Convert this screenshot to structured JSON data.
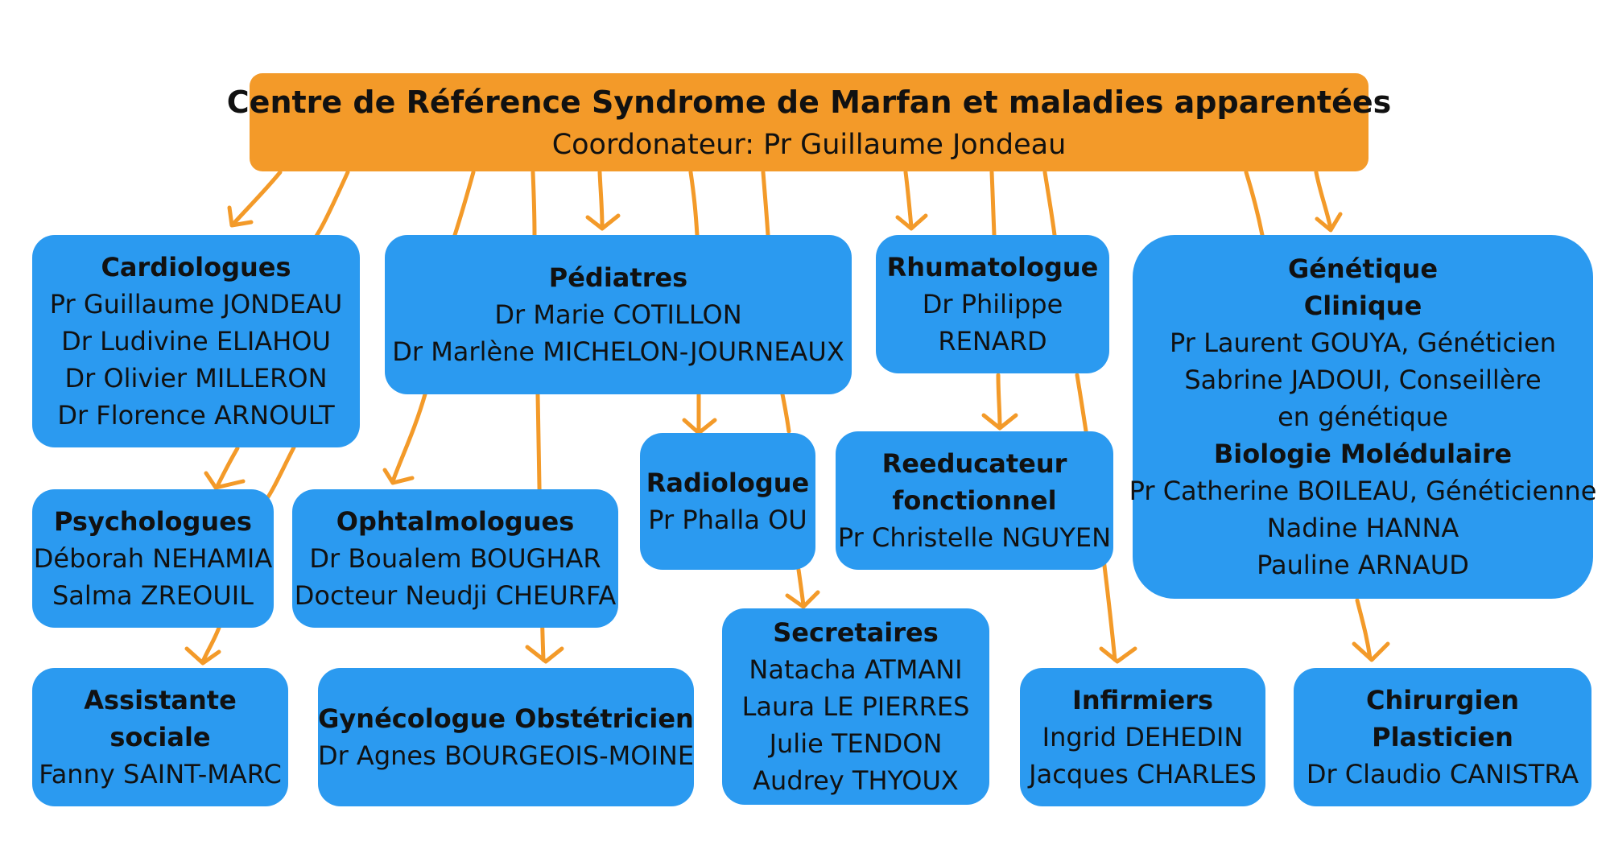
{
  "header": {
    "title": "Centre de Référence Syndrome de Marfan et maladies apparentées",
    "subtitle": "Coordonateur: Pr Guillaume Jondeau"
  },
  "colors": {
    "header_fill": "#f39a29",
    "box_fill": "#2b9af0",
    "arrow": "#f39a29"
  },
  "boxes": {
    "cardiologues": {
      "title": "Cardiologues",
      "lines": [
        "Pr Guillaume JONDEAU",
        "Dr Ludivine ELIAHOU",
        "Dr Olivier MILLERON",
        "Dr Florence ARNOULT"
      ]
    },
    "pediatres": {
      "title": "Pédiatres",
      "lines": [
        "Dr Marie COTILLON",
        "Dr Marlène MICHELON-JOURNEAUX"
      ]
    },
    "rhumatologue": {
      "title": "Rhumatologue",
      "lines": [
        "Dr Philippe",
        "RENARD"
      ]
    },
    "genetique": {
      "title1": "Génétique",
      "title2": "Clinique",
      "line1": "Pr Laurent GOUYA, Généticien",
      "line2": "Sabrine JADOUI, Conseillère en génétique",
      "title3": "Biologie Molédulaire",
      "line3": "Pr Catherine BOILEAU, Généticienne",
      "line4": "Nadine HANNA",
      "line5": "Pauline ARNAUD"
    },
    "psychologues": {
      "title": "Psychologues",
      "lines": [
        "Déborah NEHAMIA",
        "Salma ZREOUIL"
      ]
    },
    "ophtalmologues": {
      "title": "Ophtalmologues",
      "lines": [
        "Dr Boualem BOUGHAR",
        "Docteur Neudji CHEURFA"
      ]
    },
    "radiologue": {
      "title": "Radiologue",
      "lines": [
        "Pr Phalla OU"
      ]
    },
    "reeducateur": {
      "title1": "Reeducateur",
      "title2": "fonctionnel",
      "lines": [
        "Pr Christelle NGUYEN"
      ]
    },
    "secretaires": {
      "title": "Secretaires",
      "lines": [
        "Natacha ATMANI",
        "Laura LE PIERRES",
        "Julie TENDON",
        "Audrey THYOUX"
      ]
    },
    "assistante": {
      "title": "Assistante sociale",
      "lines": [
        "Fanny SAINT-MARC"
      ]
    },
    "gynecologue": {
      "title": "Gynécologue Obstétricien",
      "lines": [
        "Dr Agnes BOURGEOIS-MOINE"
      ]
    },
    "infirmiers": {
      "title": "Infirmiers",
      "lines": [
        "Ingrid DEHEDIN",
        "Jacques CHARLES"
      ]
    },
    "chirurgien": {
      "title": "Chirurgien Plasticien",
      "lines": [
        "Dr Claudio CANISTRA"
      ]
    }
  }
}
